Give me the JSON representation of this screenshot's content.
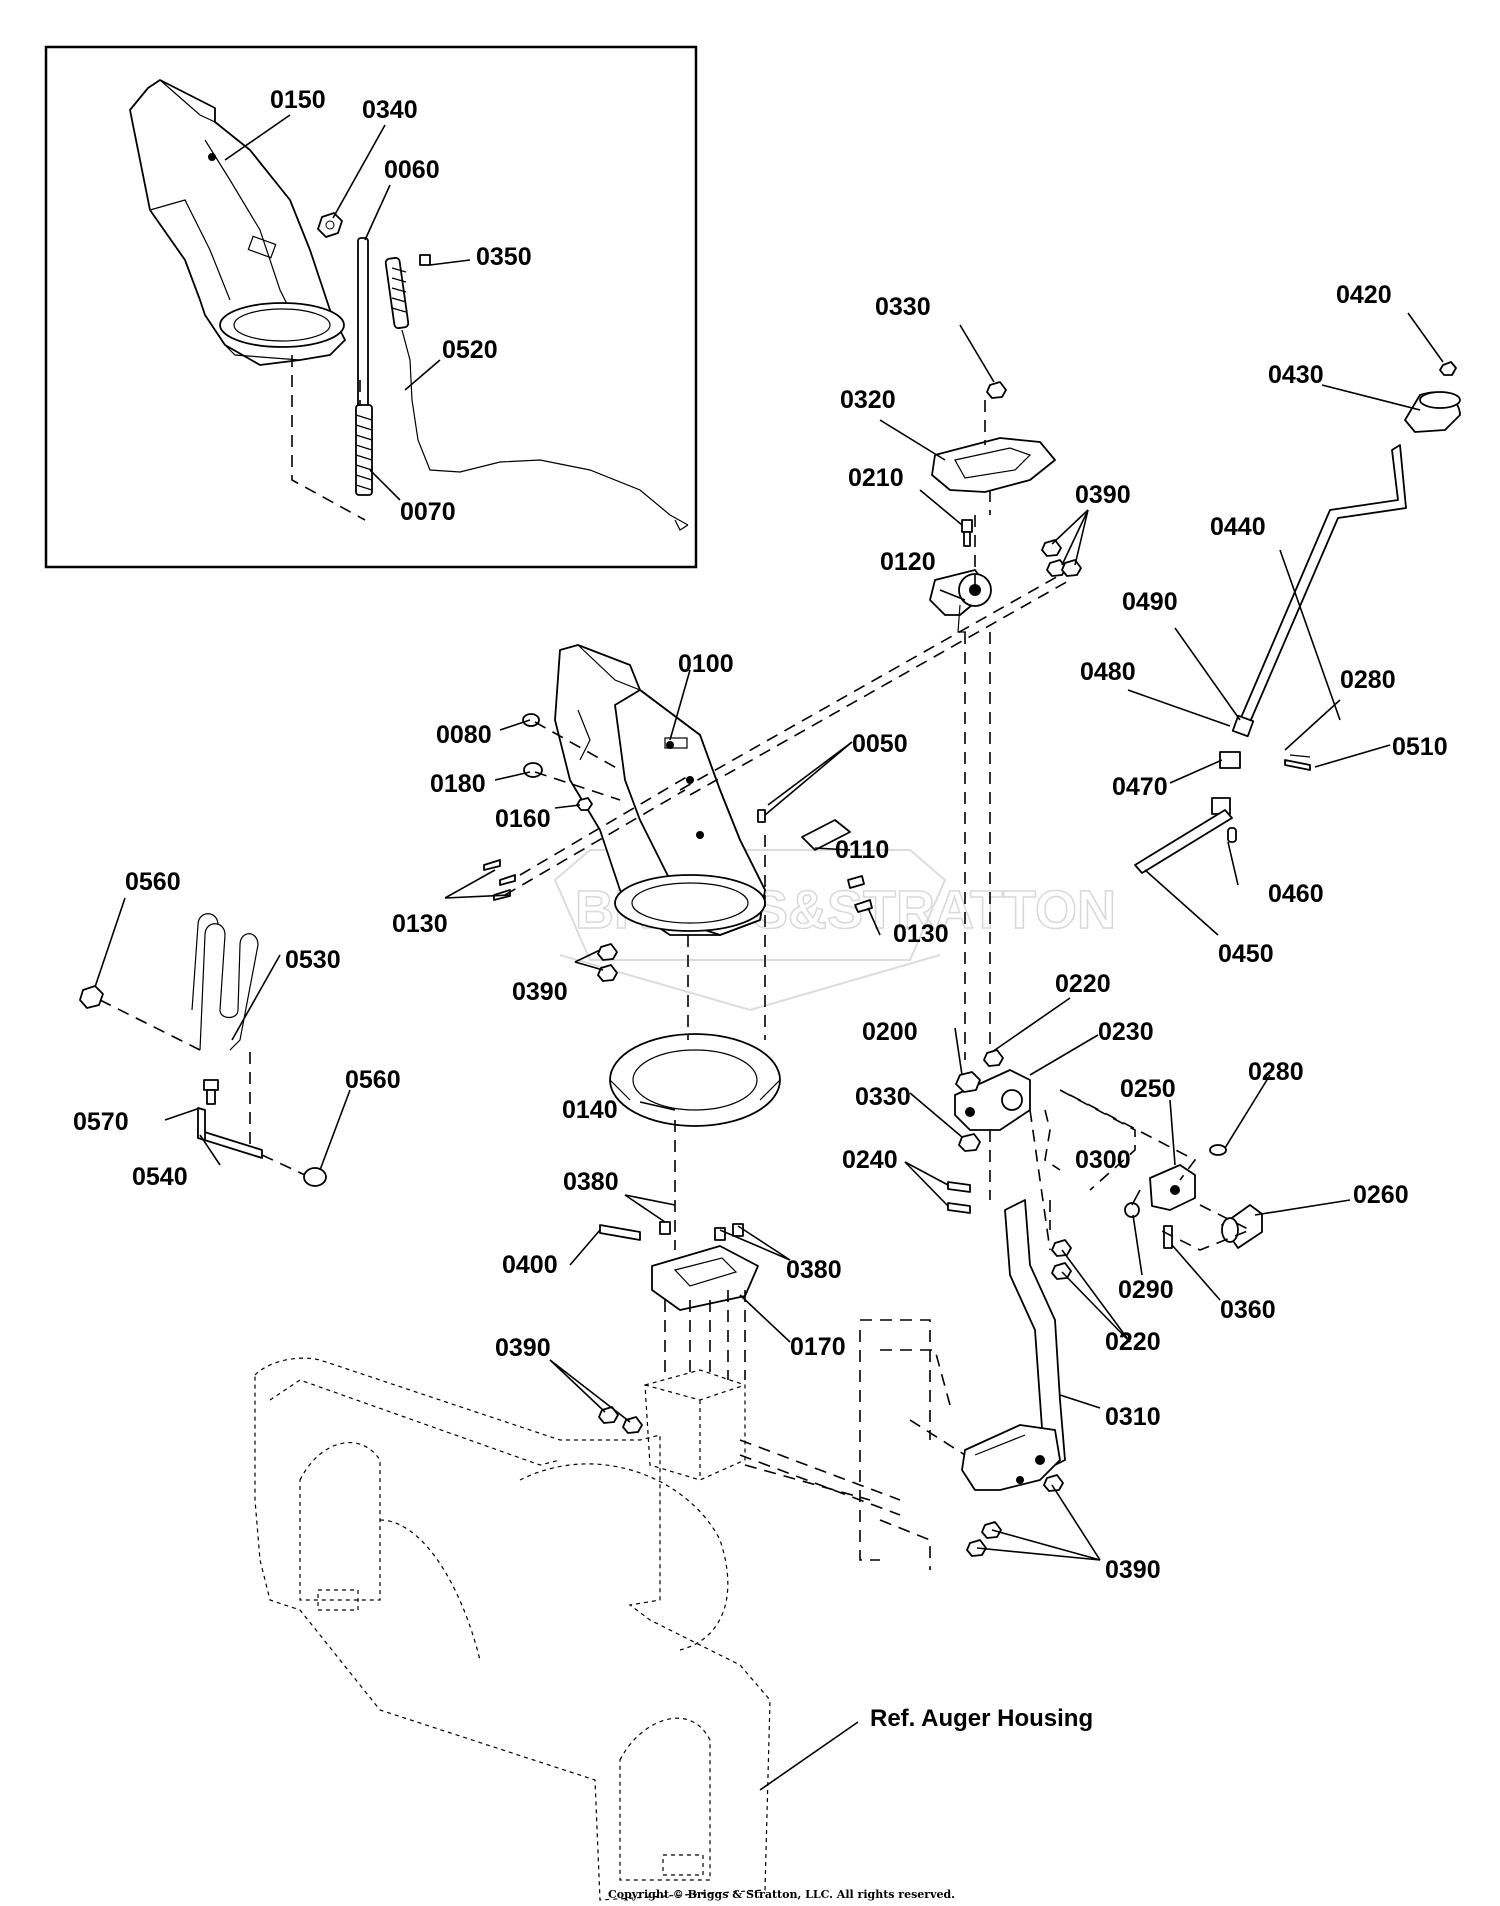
{
  "labels": [
    "0150",
    "0340",
    "0060",
    "0350",
    "0520",
    "0070",
    "0330",
    "0420",
    "0320",
    "0430",
    "0210",
    "0390",
    "0440",
    "0120",
    "0490",
    "0480",
    "0280",
    "0100",
    "0510",
    "0080",
    "0050",
    "0470",
    "0180",
    "0160",
    "0110",
    "0130",
    "0460",
    "0450",
    "0560",
    "0530",
    "0390",
    "0220",
    "0200",
    "0230",
    "0330",
    "0280",
    "0250",
    "0560",
    "0140",
    "0570",
    "0540",
    "0300",
    "0240",
    "0260",
    "0380",
    "0400",
    "0380",
    "0290",
    "0360",
    "0170",
    "0220",
    "0390",
    "0310",
    "0390"
  ],
  "reference_text": "Ref. Auger Housing",
  "copyright": "Copyright © Briggs & Stratton, LLC. All rights reserved.",
  "watermark": "BRIGGS&STRATTON"
}
